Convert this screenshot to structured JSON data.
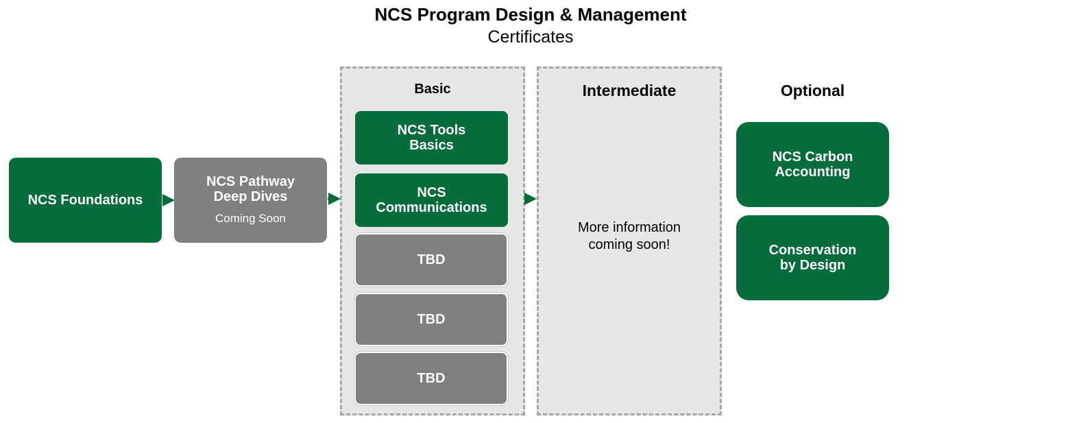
{
  "header": {
    "title": "NCS Program Design & Management",
    "subtitle": "Certificates"
  },
  "flow": {
    "foundations": "NCS Foundations",
    "pathway": {
      "label": "NCS Pathway\nDeep Dives",
      "note": "Coming Soon"
    }
  },
  "basic": {
    "heading": "Basic",
    "items": [
      "NCS Tools\nBasics",
      "NCS\nCommunications",
      "TBD",
      "TBD",
      "TBD"
    ]
  },
  "intermediate": {
    "heading": "Intermediate",
    "text": "More information\ncoming soon!"
  },
  "optional": {
    "heading": "Optional",
    "items": [
      "NCS Carbon\nAccounting",
      "Conservation\nby Design"
    ]
  },
  "colors": {
    "brand_green": "#056c3b",
    "gray": "#808080",
    "panel_bg": "#e7e7e7",
    "dash": "#a6a6a6"
  }
}
